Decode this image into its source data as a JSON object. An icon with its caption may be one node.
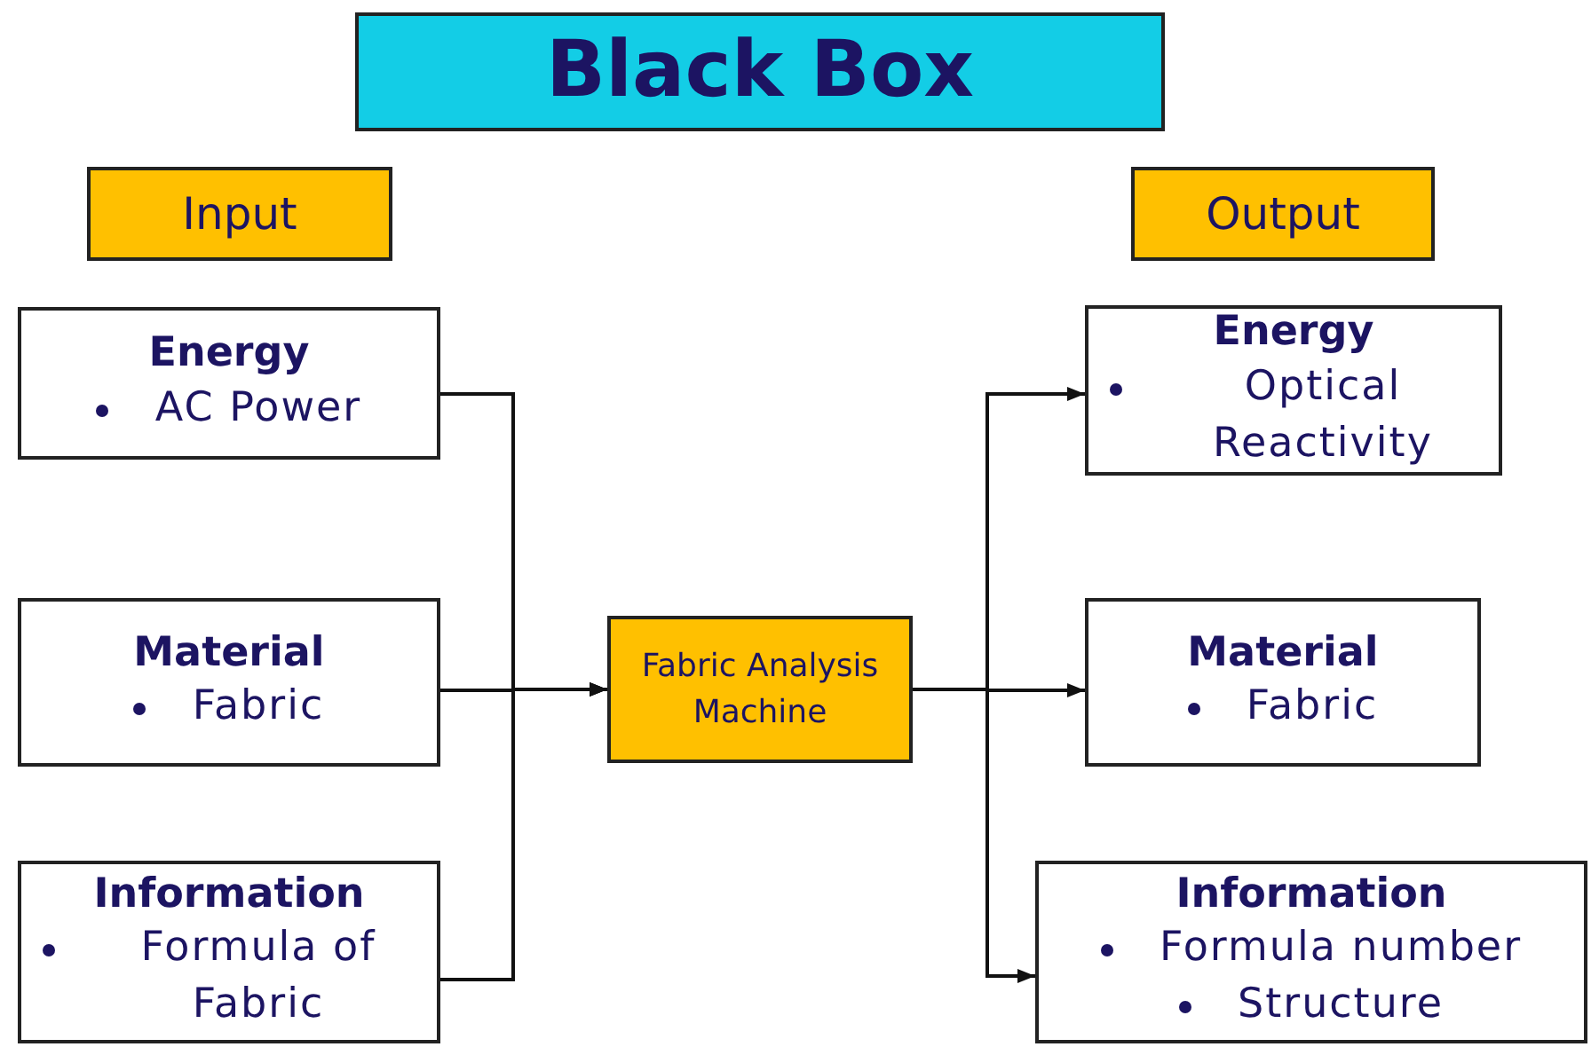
{
  "diagram": {
    "nodes": [
      {
        "text": [
          "Black Box"
        ]
      },
      {
        "text": [
          "Input"
        ]
      },
      {
        "text": [
          "Output"
        ]
      },
      {
        "text": [
          "Energy",
          "AC Power"
        ]
      },
      {
        "text": [
          "Material",
          "Fabric"
        ]
      },
      {
        "text": [
          "Information",
          "Formula of Fabric"
        ]
      },
      {
        "text": [
          "Fabric Analysis Machine"
        ]
      },
      {
        "text": [
          "Energy",
          "Optical Reactivity"
        ]
      },
      {
        "text": [
          "Material",
          "Fabric"
        ]
      },
      {
        "text": [
          "Information",
          "Formula number",
          "Structure"
        ]
      }
    ],
    "edges": [
      {
        "from": 3,
        "to": 6,
        "arrow": "to"
      },
      {
        "from": 4,
        "to": 6,
        "arrow": "to"
      },
      {
        "from": 5,
        "to": 6,
        "arrow": "to"
      },
      {
        "from": 6,
        "to": 7,
        "arrow": "to"
      },
      {
        "from": 6,
        "to": 8,
        "arrow": "to"
      },
      {
        "from": 6,
        "to": 9,
        "arrow": "to"
      }
    ]
  }
}
